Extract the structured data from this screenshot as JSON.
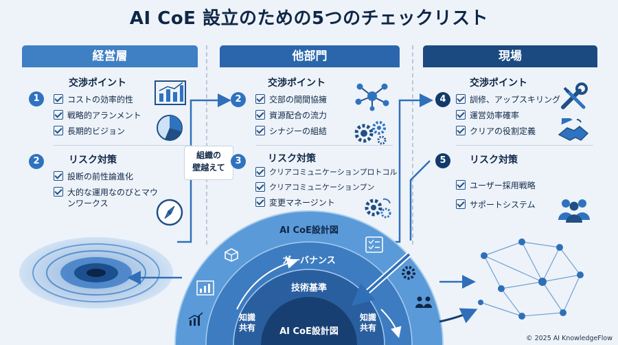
{
  "title": "AI CoE 設立のための5つのチェックリスト",
  "columns": [
    {
      "header": "経営層",
      "sections": [
        {
          "number": "1",
          "title": "交渉ポイント",
          "items": [
            "コストの効率的性",
            "戦略的アランメント",
            "長期的ビジョン"
          ]
        },
        {
          "number": "2",
          "title": "リスク対策",
          "items": [
            "設断の前性論進化",
            "大的な運用なのびとマウンワークス"
          ]
        }
      ]
    },
    {
      "header": "他部門",
      "sections": [
        {
          "number": "2",
          "title": "交渉ポイント",
          "items": [
            "交部の間間協擁",
            "資源配合の流力",
            "シナジーの組結"
          ]
        },
        {
          "number": "3",
          "title": "リスク対策",
          "items": [
            "クリアコミュニケーションプロトコル",
            "クリアコミュニケーションプン",
            "変更マネージント"
          ]
        }
      ]
    },
    {
      "header": "現場",
      "sections": [
        {
          "number": "4",
          "title": "交渉ポイント",
          "items": [
            "訓修、アップスキリング",
            "運営効率確率",
            "クリアの役割定義"
          ]
        },
        {
          "number": "5",
          "title": "リスク対策",
          "items": [
            "ユーザー採用戦略",
            "サポートシステム"
          ]
        }
      ]
    }
  ],
  "bridge_label": [
    "組織の",
    "壁越えて"
  ],
  "diagram": {
    "outer_label": "AI CoE設計図",
    "ring2_label": "ガーバナンス",
    "ring3_label": "技術基準",
    "core_label": "AI CoE設計図",
    "left_label": [
      "知識",
      "共有"
    ],
    "right_label": [
      "知識",
      "共有"
    ]
  },
  "footer": "© 2025 AI KnowledgeFlow",
  "colors": {
    "header_left": "#3f7fc4",
    "header_mid": "#2b66ad",
    "header_right": "#1a4a80",
    "accent": "#2f73c0",
    "ring_outer": "#5b9ad8",
    "ring_mid": "#3d7cc1",
    "ring_inner": "#2a5f9f",
    "core": "#173f72"
  },
  "icons": [
    "bar-chart-icon",
    "pie-chart-icon",
    "compass-icon",
    "network-icon",
    "gears-icon",
    "wrench-screwdriver-icon",
    "handshake-icon",
    "people-group-icon",
    "vortex-icon",
    "network-graph-icon"
  ]
}
